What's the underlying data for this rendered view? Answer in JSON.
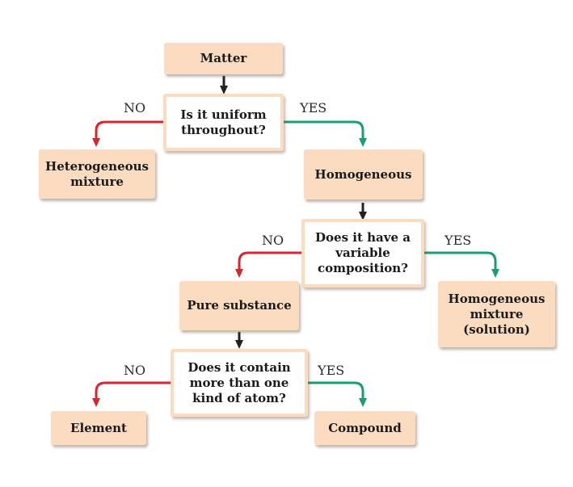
{
  "colors": {
    "box_fill": "#fbdcc0",
    "no_arrow": "#d7262d",
    "yes_arrow": "#16a06d",
    "flow_arrow": "#222222"
  },
  "nodes": {
    "matter": "Matter",
    "q_uniform": "Is it uniform\nthroughout?",
    "heterogeneous": "Heterogeneous\nmixture",
    "homogeneous": "Homogeneous",
    "q_variable": "Does it have a\nvariable\ncomposition?",
    "pure_substance": "Pure substance",
    "solution": "Homogeneous\nmixture\n(solution)",
    "q_atoms": "Does it contain\nmore than one\nkind of atom?",
    "element": "Element",
    "compound": "Compound"
  },
  "labels": {
    "no_1": "NO",
    "yes_1": "YES",
    "no_2": "NO",
    "yes_2": "YES",
    "no_3": "NO",
    "yes_3": "YES"
  }
}
